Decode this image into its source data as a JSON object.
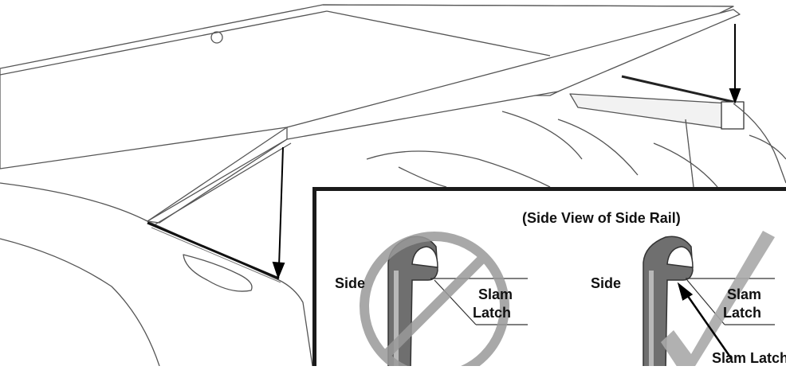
{
  "labels": {
    "title": "(Side View of Side Rail)",
    "left_side": "Side",
    "left_latch_line1": "Slam",
    "left_latch_line2": "Latch",
    "right_side": "Side",
    "right_latch_line1": "Slam",
    "right_latch_line2": "Latch",
    "right_callout": "Slam Latch"
  },
  "colors": {
    "line": "#333333",
    "rail_dark": "#6f6f6f",
    "rail_light": "#b8b8b8",
    "prohibited_mark": "#9a9a9a",
    "check_mark": "#a8a8a8"
  },
  "marks": {
    "left_example": "prohibited-icon",
    "right_example": "checkmark-icon"
  }
}
